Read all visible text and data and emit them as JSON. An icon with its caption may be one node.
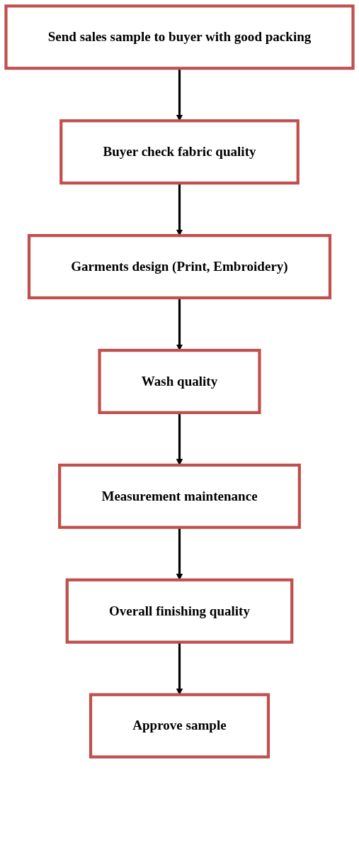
{
  "diagram": {
    "nodes": [
      {
        "text": [
          "Send sales sample to buyer with good packing"
        ]
      },
      {
        "text": [
          "Buyer check fabric quality"
        ]
      },
      {
        "text": [
          "Garments design (Print, Embroidery)"
        ]
      },
      {
        "text": [
          "Wash quality"
        ]
      },
      {
        "text": [
          "Measurement maintenance"
        ]
      },
      {
        "text": [
          "Overall finishing quality"
        ]
      },
      {
        "text": [
          "Approve sample"
        ]
      }
    ],
    "edges": [
      {
        "from": 0,
        "to": 1,
        "arrow": "to"
      },
      {
        "from": 1,
        "to": 2,
        "arrow": "to"
      },
      {
        "from": 2,
        "to": 3,
        "arrow": "to"
      },
      {
        "from": 3,
        "to": 4,
        "arrow": "to"
      },
      {
        "from": 4,
        "to": 5,
        "arrow": "to"
      },
      {
        "from": 5,
        "to": 6,
        "arrow": "to"
      }
    ]
  }
}
